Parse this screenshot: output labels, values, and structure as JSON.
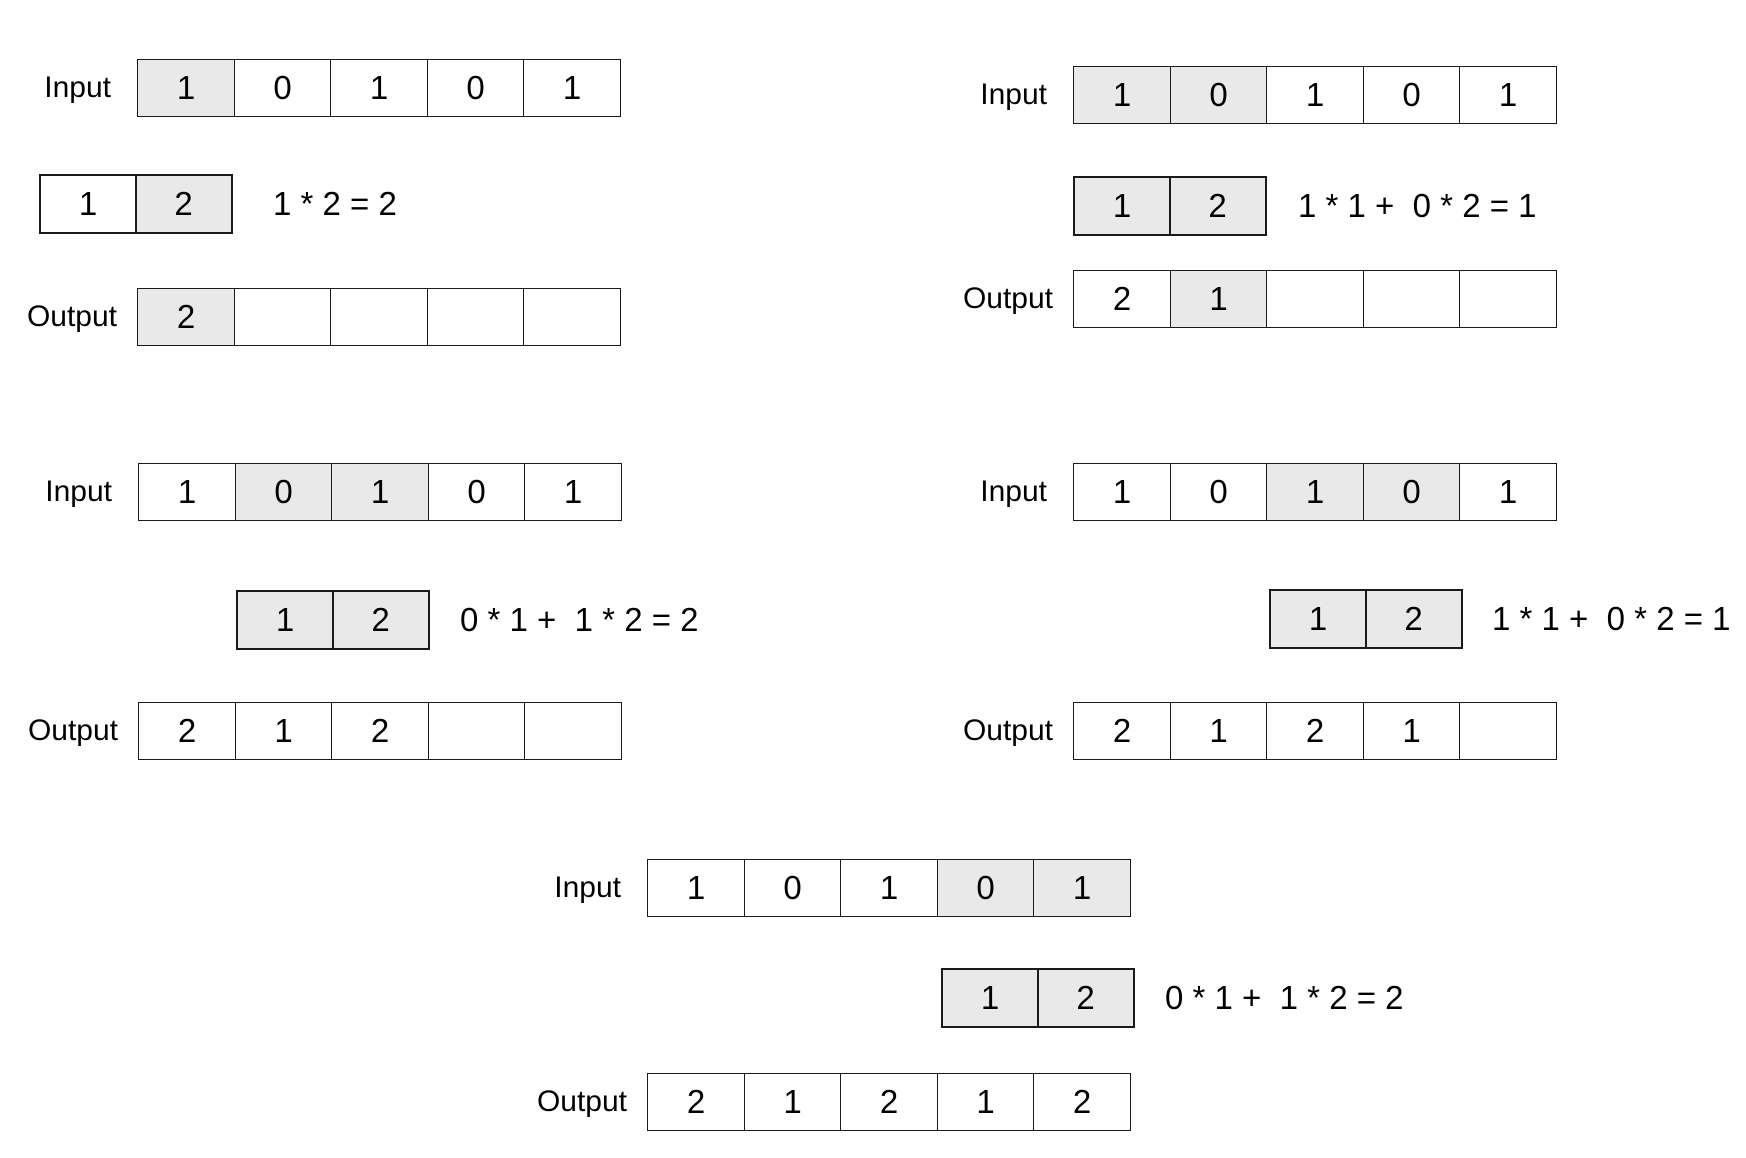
{
  "colors": {
    "background": "#ffffff",
    "cell_fill": "#ffffff",
    "cell_highlight": "#e9e9e9",
    "cell_border": "#1a1a1a",
    "text": "#000000"
  },
  "labels": {
    "input": "Input",
    "output": "Output"
  },
  "panels": [
    {
      "name": "conv-step-1",
      "input": {
        "cells": [
          "1",
          "0",
          "1",
          "0",
          "1"
        ],
        "highlighted": [
          0
        ]
      },
      "kernel": {
        "cells": [
          "1",
          "2"
        ],
        "highlighted": [
          1
        ],
        "align_under_input_cell": -1
      },
      "formula": "1 * 2 = 2",
      "output": {
        "cells": [
          "2",
          "",
          "",
          "",
          ""
        ],
        "highlighted": [
          0
        ]
      }
    },
    {
      "name": "conv-step-2",
      "input": {
        "cells": [
          "1",
          "0",
          "1",
          "0",
          "1"
        ],
        "highlighted": [
          0,
          1
        ]
      },
      "kernel": {
        "cells": [
          "1",
          "2"
        ],
        "highlighted": [
          0,
          1
        ],
        "align_under_input_cell": 0
      },
      "formula": "1 * 1 +  0 * 2 = 1",
      "output": {
        "cells": [
          "2",
          "1",
          "",
          "",
          ""
        ],
        "highlighted": [
          1
        ]
      }
    },
    {
      "name": "conv-step-3",
      "input": {
        "cells": [
          "1",
          "0",
          "1",
          "0",
          "1"
        ],
        "highlighted": [
          1,
          2
        ]
      },
      "kernel": {
        "cells": [
          "1",
          "2"
        ],
        "highlighted": [
          0,
          1
        ],
        "align_under_input_cell": 1
      },
      "formula": "0 * 1 +  1 * 2 = 2",
      "output": {
        "cells": [
          "2",
          "1",
          "2",
          "",
          ""
        ],
        "highlighted": []
      }
    },
    {
      "name": "conv-step-4",
      "input": {
        "cells": [
          "1",
          "0",
          "1",
          "0",
          "1"
        ],
        "highlighted": [
          2,
          3
        ]
      },
      "kernel": {
        "cells": [
          "1",
          "2"
        ],
        "highlighted": [
          0,
          1
        ],
        "align_under_input_cell": 2
      },
      "formula": "1 * 1 +  0 * 2 = 1",
      "output": {
        "cells": [
          "2",
          "1",
          "2",
          "1",
          ""
        ],
        "highlighted": []
      }
    },
    {
      "name": "conv-step-5",
      "input": {
        "cells": [
          "1",
          "0",
          "1",
          "0",
          "1"
        ],
        "highlighted": [
          3,
          4
        ]
      },
      "kernel": {
        "cells": [
          "1",
          "2"
        ],
        "highlighted": [
          0,
          1
        ],
        "align_under_input_cell": 3
      },
      "formula": "0 * 1 +  1 * 2 = 2",
      "output": {
        "cells": [
          "2",
          "1",
          "2",
          "1",
          "2"
        ],
        "highlighted": []
      }
    }
  ]
}
